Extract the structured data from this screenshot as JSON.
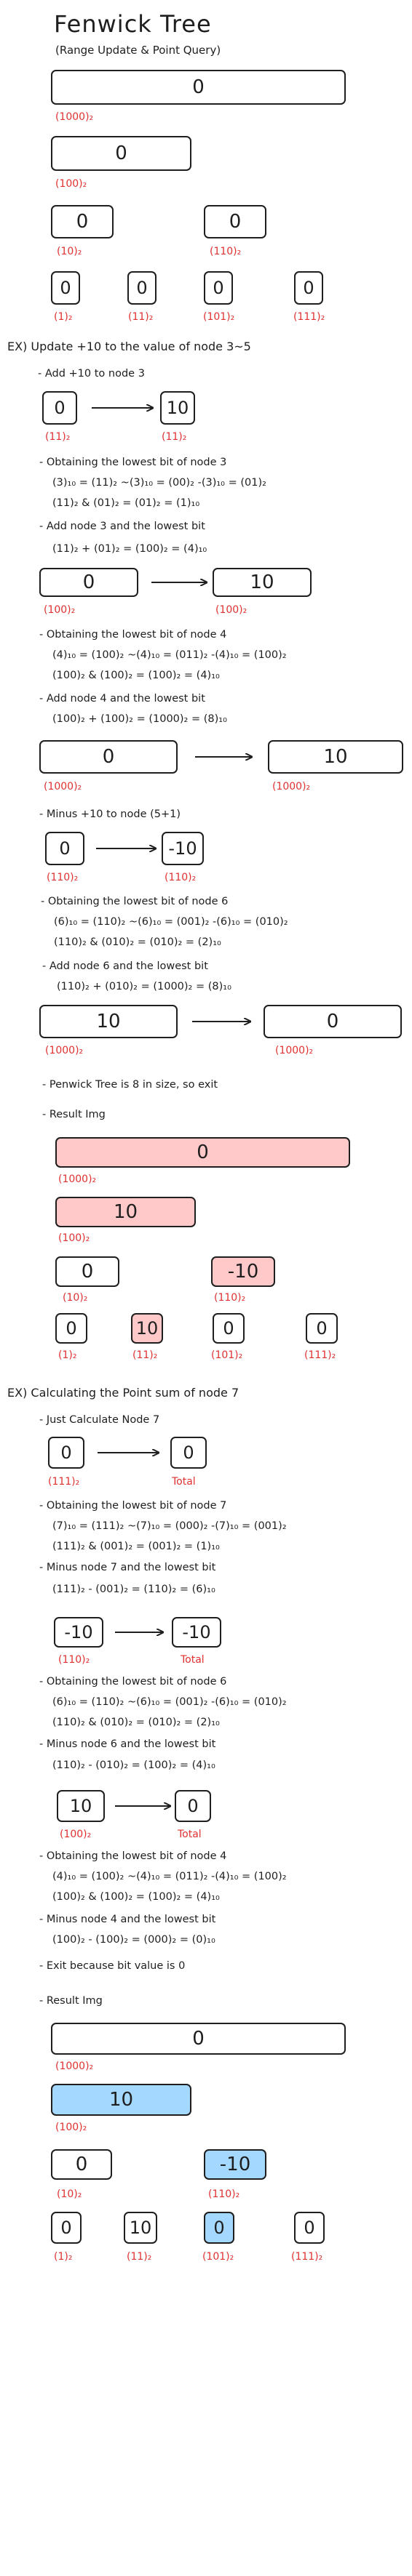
{
  "title": "Fenwick Tree",
  "subtitle": "(Range Update & Point Query)",
  "tree": {
    "values": [
      "0",
      "0",
      "0",
      "0",
      "0",
      "0",
      "0",
      "0"
    ],
    "labels": [
      "(1000)₂",
      "(100)₂",
      "(10)₂",
      "(110)₂",
      "(1)₂",
      "(11)₂",
      "(101)₂",
      "(111)₂"
    ]
  },
  "ex1": {
    "heading": "EX) Update +10 to the value of node 3~5",
    "s1": {
      "step": "- Add +10 to node 3",
      "from": "0",
      "to": "10",
      "from_label": "(11)₂",
      "to_label": "(11)₂"
    },
    "s2": {
      "step": "- Obtaining the lowest bit of node 3",
      "line1": "(3)₁₀ = (11)₂    ~(3)₁₀ = (00)₂    -(3)₁₀ = (01)₂",
      "line2": "(11)₂ & (01)₂ = (01)₂ = (1)₁₀"
    },
    "s3": {
      "step": "- Add node 3 and the lowest bit",
      "line1": "(11)₂ + (01)₂ = (100)₂ = (4)₁₀",
      "from": "0",
      "to": "10",
      "from_label": "(100)₂",
      "to_label": "(100)₂"
    },
    "s4": {
      "step": "- Obtaining the lowest bit of node 4",
      "line1": "(4)₁₀ = (100)₂    ~(4)₁₀ = (011)₂    -(4)₁₀ = (100)₂",
      "line2": "(100)₂ & (100)₂ = (100)₂ = (4)₁₀"
    },
    "s5": {
      "step": "- Add node 4 and the lowest bit",
      "line1": "(100)₂ + (100)₂ = (1000)₂ = (8)₁₀",
      "from": "0",
      "to": "10",
      "from_label": "(1000)₂",
      "to_label": "(1000)₂"
    },
    "s6": {
      "step": "- Minus +10 to node (5+1)",
      "from": "0",
      "to": "-10",
      "from_label": "(110)₂",
      "to_label": "(110)₂"
    },
    "s7": {
      "step": "- Obtaining the lowest bit of node 6",
      "line1": "(6)₁₀ = (110)₂    ~(6)₁₀ = (001)₂    -(6)₁₀ = (010)₂",
      "line2": "(110)₂ & (010)₂ = (010)₂ = (2)₁₀"
    },
    "s8": {
      "step": "- Add node 6 and the lowest bit",
      "line1": "(110)₂ + (010)₂ = (1000)₂ = (8)₁₀",
      "from": "10",
      "to": "0",
      "from_label": "(1000)₂",
      "to_label": "(1000)₂"
    },
    "exit": "- Penwick Tree is 8 in size, so exit",
    "result_heading": "- Result Img",
    "result": {
      "values": [
        "0",
        "10",
        "0",
        "-10",
        "0",
        "10",
        "0",
        "0"
      ],
      "labels": [
        "(1000)₂",
        "(100)₂",
        "(10)₂",
        "(110)₂",
        "(1)₂",
        "(11)₂",
        "(101)₂",
        "(111)₂"
      ]
    }
  },
  "ex2": {
    "heading": "EX) Calculating the Point sum of node 7",
    "s1": {
      "step": "- Just Calculate Node 7",
      "from": "0",
      "to": "0",
      "from_label": "(111)₂",
      "to_label": "Total"
    },
    "s2": {
      "step": "- Obtaining the lowest bit of node 7",
      "line1": "(7)₁₀ = (111)₂    ~(7)₁₀ = (000)₂    -(7)₁₀ = (001)₂",
      "line2": "(111)₂ & (001)₂ = (001)₂ = (1)₁₀"
    },
    "s3": {
      "step": "- Minus node 7 and the lowest bit",
      "line1": "(111)₂ - (001)₂ = (110)₂ = (6)₁₀",
      "from": "-10",
      "to": "-10",
      "from_label": "(110)₂",
      "to_label": "Total"
    },
    "s4": {
      "step": "- Obtaining the lowest bit of node 6",
      "line1": "(6)₁₀ = (110)₂    ~(6)₁₀ = (001)₂    -(6)₁₀ = (010)₂",
      "line2": "(110)₂ & (010)₂ = (010)₂ = (2)₁₀"
    },
    "s5": {
      "step": "- Minus node 6 and the lowest bit",
      "line1": "(110)₂ - (010)₂ = (100)₂ = (4)₁₀",
      "from": "10",
      "to": "0",
      "from_label": "(100)₂",
      "to_label": "Total"
    },
    "s6": {
      "step": "- Obtaining the lowest bit of node 4",
      "line1": "(4)₁₀ = (100)₂    ~(4)₁₀ = (011)₂    -(4)₁₀ = (100)₂",
      "line2": "(100)₂ & (100)₂ = (100)₂ = (4)₁₀"
    },
    "s7": {
      "step": "- Minus node 4 and the lowest bit",
      "line1": "(100)₂ - (100)₂ = (000)₂ = (0)₁₀"
    },
    "exit": "- Exit because bit value is 0",
    "result_heading": "- Result Img",
    "result": {
      "values": [
        "0",
        "10",
        "0",
        "-10",
        "0",
        "10",
        "0",
        "0"
      ],
      "labels": [
        "(1000)₂",
        "(100)₂",
        "(10)₂",
        "(110)₂",
        "(1)₂",
        "(11)₂",
        "(101)₂",
        "(111)₂"
      ]
    }
  },
  "colors": {
    "ink": "#1e1e1e",
    "label_red": "#e03131",
    "highlight_red": "#ffc9c9",
    "highlight_blue": "#a5d8ff"
  }
}
